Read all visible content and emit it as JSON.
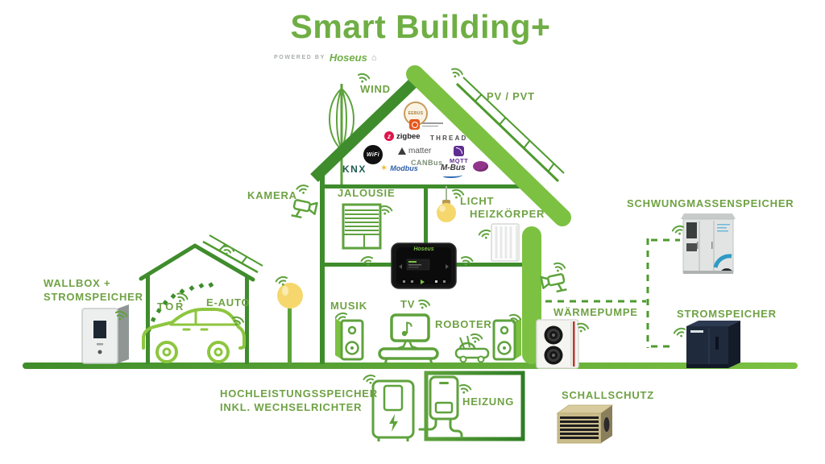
{
  "header": {
    "title": "Smart Building+",
    "powered_by": "POWERED BY",
    "brand": "Hoseus"
  },
  "labels": {
    "wind": "WIND",
    "pv": "PV / PVT",
    "kamera": "KAMERA",
    "jalousie": "JALOUSIE",
    "licht": "LICHT",
    "heizkoerper": "HEIZKÖRPER",
    "schwungmassenspeicher": "SCHWUNGMASSENSPEICHER",
    "wallbox_line1": "WALLBOX +",
    "wallbox_line2": "STROMSPEICHER",
    "tor": "TOR",
    "eauto": "E-AUTO",
    "musik": "MUSIK",
    "tv": "TV",
    "roboter": "ROBOTER",
    "waermepumpe": "WÄRMEPUMPE",
    "stromspeicher": "STROMSPEICHER",
    "hochleistung_line1": "HOCHLEISTUNGSSPEICHER",
    "hochleistung_line2": "INKL. WECHSELRICHTER",
    "heizung": "HEIZUNG",
    "schallschutz": "SCHALLSCHUTZ"
  },
  "protocols": [
    {
      "label": "EEBUS",
      "icon": "eebus-seal-logo"
    },
    {
      "label": "",
      "icon": "orange-square-logo"
    },
    {
      "label": "zigbee",
      "icon": "zigbee-logo"
    },
    {
      "label": "THREAD",
      "icon": "thread-logo"
    },
    {
      "label": "WiFi",
      "icon": "wifi-logo"
    },
    {
      "label": "matter",
      "icon": "matter-triangle-logo"
    },
    {
      "label": "MQTT",
      "icon": "mqtt-logo"
    },
    {
      "label": "CANBus",
      "icon": "canbus-logo"
    },
    {
      "label": "KNX",
      "icon": "knx-logo"
    },
    {
      "label": "Modbus",
      "icon": "modbus-star-logo"
    },
    {
      "label": "M-Bus",
      "icon": "mbus-logo"
    },
    {
      "label": "",
      "icon": "purple-oval-logo"
    }
  ],
  "colors": {
    "brand_green": "#6FAE44",
    "structure_dark_green": "#3F8C2C",
    "structure_light_green": "#7CC142",
    "label_green": "#6FA244",
    "accent_yellow": "#F5D76E",
    "device_navy": "#1F2A3C",
    "device_tan": "#C9BC8A"
  }
}
